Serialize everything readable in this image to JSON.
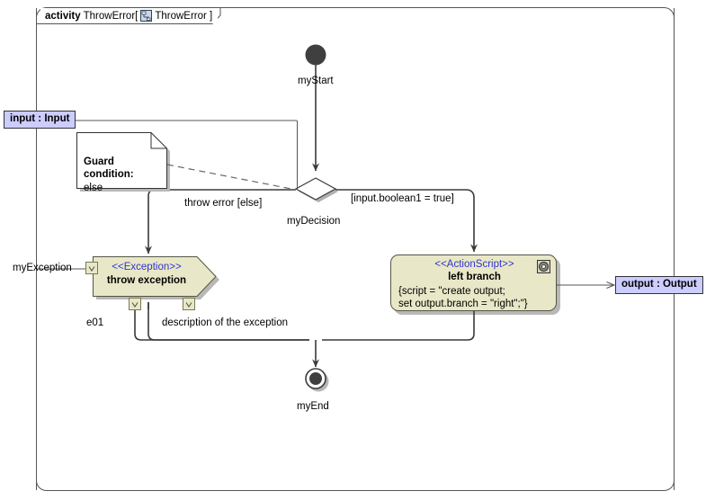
{
  "frame": {
    "keyword": "activity",
    "name": "ThrowError[",
    "name_close": "ThrowError ]",
    "icon": "activity-diagram-icon"
  },
  "nodes": {
    "start": {
      "label": "myStart",
      "type": "initial-node"
    },
    "decision": {
      "label": "myDecision",
      "type": "decision-node"
    },
    "end": {
      "label": "myEnd",
      "type": "activity-final-node"
    },
    "exception": {
      "stereotype": "<<Exception>>",
      "name": "throw exception",
      "label": "myException",
      "fill": "#e8e8c8",
      "pins": [
        "e01",
        "description of the exception"
      ]
    },
    "action": {
      "stereotype": "<<ActionScript>>",
      "name": "left branch",
      "script_line1": "{script = \"create output;",
      "script_line2": "set output.branch = \"right\";\"}",
      "fill": "#e8e8c8",
      "icon": "gear-icon"
    },
    "note": {
      "title": "Guard condition:",
      "body": "else"
    }
  },
  "pins": {
    "input": {
      "label": "input : Input",
      "fill": "#ccccff"
    },
    "output": {
      "label": "output : Output",
      "fill": "#ccccff"
    }
  },
  "edges": {
    "else_branch": "throw error [else]",
    "true_branch": "[input.boolean1 = true]"
  },
  "labels": {
    "exception_name": "myException",
    "pin_e01": "e01",
    "pin_description": "description of the exception"
  }
}
